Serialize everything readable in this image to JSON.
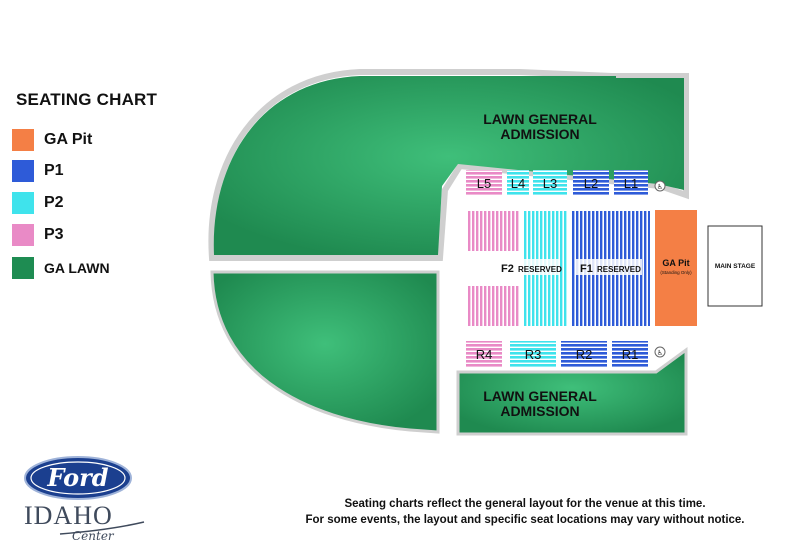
{
  "legend": {
    "title": "SEATING CHART",
    "items": [
      {
        "label": "GA Pit",
        "color": "#F47F45"
      },
      {
        "label": "P1",
        "color": "#2E5BD8"
      },
      {
        "label": "P2",
        "color": "#3FE3EC"
      },
      {
        "label": "P3",
        "color": "#E98AC6"
      },
      {
        "label": "GA LAWN",
        "color": "#1E8C52"
      }
    ]
  },
  "venue": {
    "lawn_top_label": [
      "LAWN GENERAL",
      "ADMISSION"
    ],
    "lawn_bottom_label": [
      "LAWN GENERAL",
      "ADMISSION"
    ],
    "sections_left": [
      "L5",
      "L4",
      "L3",
      "L2",
      "L1"
    ],
    "sections_right": [
      "R4",
      "R3",
      "R2",
      "R1"
    ],
    "floor_f2": "F2",
    "floor_f1": "F1",
    "reserved_label": "RESERVED",
    "pit_label": "GA Pit",
    "pit_sublabel": "(Standing Only)",
    "stage_label": "MAIN STAGE",
    "accessible_icon": "wheelchair-icon"
  },
  "disclaimer": {
    "line1": "Seating charts reflect the general layout for the venue at this time.",
    "line2": "For some events, the layout and specific seat locations may vary without notice."
  },
  "logo": {
    "brand": "Ford",
    "name": "IDAHO",
    "sub": "Center"
  }
}
